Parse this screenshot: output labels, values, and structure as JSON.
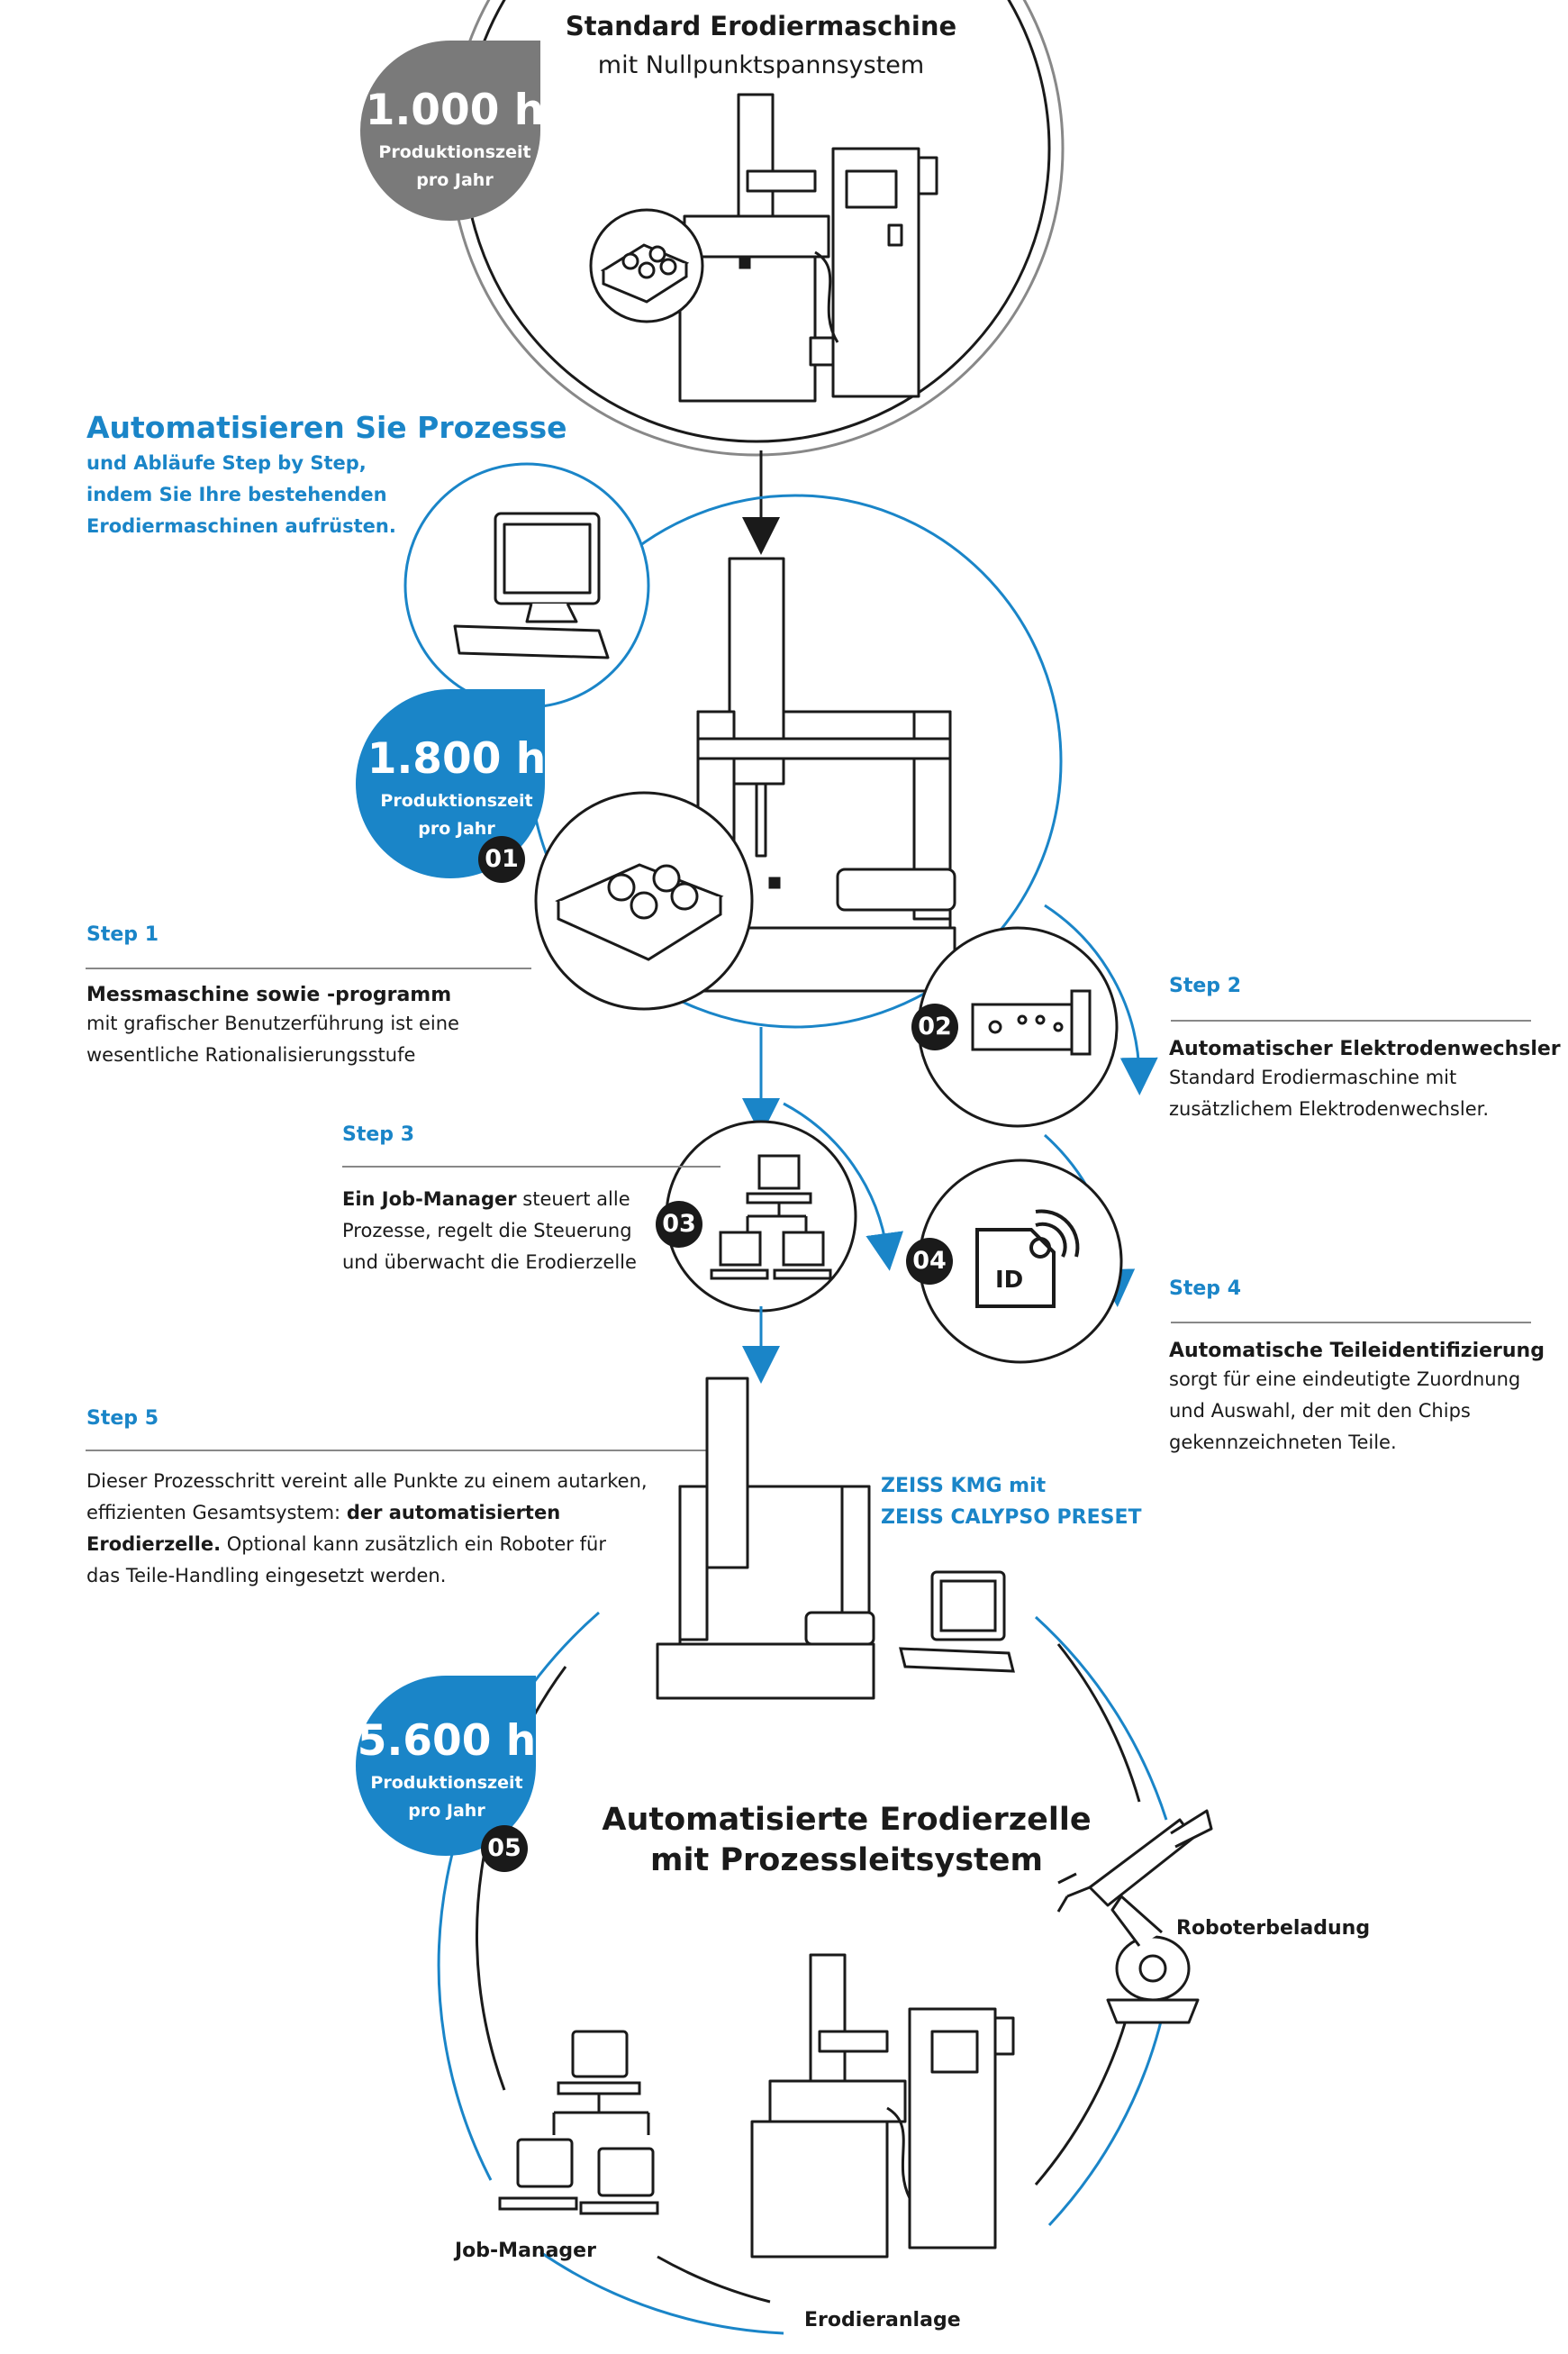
{
  "top": {
    "title": "Standard Erodiermaschine",
    "subtitle": "mit Nullpunktspannsystem",
    "badge": {
      "hours": "1.000 h",
      "line1": "Produktionszeit",
      "line2": "pro Jahr"
    }
  },
  "intro": {
    "headline": "Automatisieren Sie Prozesse",
    "line1": "und Abläufe Step by Step,",
    "line2": "indem Sie Ihre bestehenden",
    "line3": "Erodiermaschinen aufrüsten."
  },
  "stage2": {
    "badge": {
      "hours": "1.800 h",
      "line1": "Produktionszeit",
      "line2": "pro Jahr"
    },
    "num": "01"
  },
  "steps": {
    "s1": {
      "label": "Step 1",
      "head": "Messmaschine sowie -programm",
      "line1": "mit grafischer Benutzerführung ist eine",
      "line2": "wesentliche Rationalisierungsstufe"
    },
    "s2": {
      "label": "Step 2",
      "num": "02",
      "head": "Automatischer Elektrodenwechsler",
      "line1": "Standard Erodiermaschine mit",
      "line2": "zusätzlichem Elektrodenwechsler."
    },
    "s3": {
      "label": "Step 3",
      "num": "03",
      "head": "Ein Job-Manager",
      "head_rest": " steuert alle",
      "line1": "Prozesse, regelt die Steuerung",
      "line2": "und überwacht die Erodierzelle"
    },
    "s4": {
      "label": "Step 4",
      "num": "04",
      "id_text": "ID",
      "head": "Automatische Teileidentifizierung",
      "line1": "sorgt für eine eindeutigte Zuordnung",
      "line2": "und Auswahl, der mit den Chips",
      "line3": "gekennzeichneten Teile."
    },
    "s5": {
      "label": "Step 5",
      "line1": "Dieser Prozesschritt vereint alle Punkte zu einem autarken,",
      "line2_pre": "effizienten Gesamtsystem: ",
      "line2_bold": "der automatisierten",
      "line3_bold": "Erodierzelle.",
      "line3_rest": " Optional kann zusätzlich ein Roboter für",
      "line4": "das Teile-Handling eingesetzt werden."
    }
  },
  "zeiss": {
    "line1": "ZEISS KMG mit",
    "line2": "ZEISS CALYPSO PRESET"
  },
  "final": {
    "badge": {
      "hours": "5.600 h",
      "line1": "Produktionszeit",
      "line2": "pro Jahr"
    },
    "num": "05",
    "title1": "Automatisierte Erodierzelle",
    "title2": "mit Prozessleitsystem",
    "robot": "Roboterbeladung",
    "jobmanager": "Job-Manager",
    "edm": "Erodieranlage"
  },
  "colors": {
    "accent": "#1a85c8",
    "gray": "#777777",
    "dark": "#1a1a1a"
  }
}
